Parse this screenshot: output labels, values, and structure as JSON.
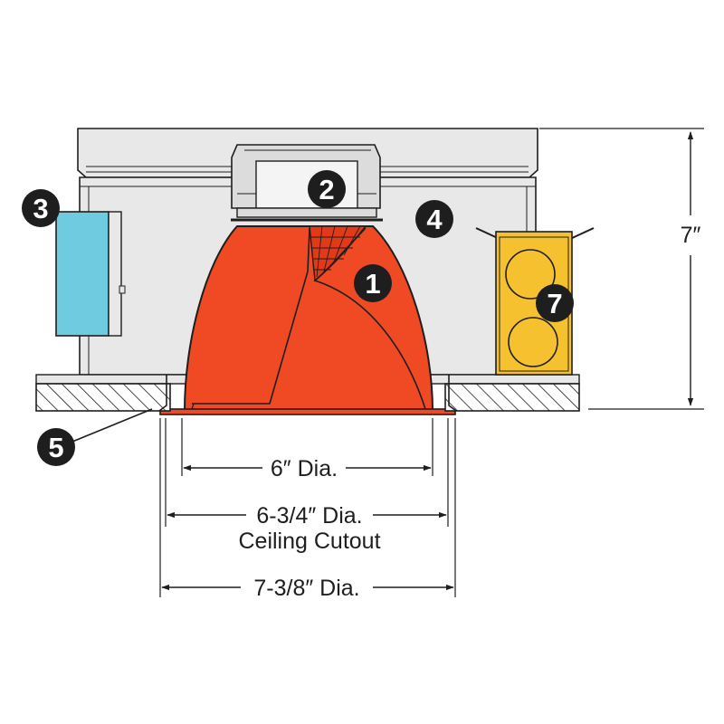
{
  "callouts": [
    {
      "id": "reflector",
      "label": "1"
    },
    {
      "id": "lamp-socket-housing",
      "label": "2"
    },
    {
      "id": "ballast-box",
      "label": "3"
    },
    {
      "id": "housing",
      "label": "4"
    },
    {
      "id": "ceiling-clip",
      "label": "5"
    },
    {
      "id": "junction-box",
      "label": "7"
    }
  ],
  "dimensions": {
    "height": "7″",
    "aperture": "6″ Dia.",
    "cutout": "6-3/4″ Dia.",
    "cutout_note": "Ceiling Cutout",
    "flange": "7-3/8″ Dia."
  },
  "colors": {
    "reflector": "#ef4a24",
    "housing": "#e8e8e8",
    "ballast": "#6fcbe0",
    "junction_box": "#f6c12e",
    "badge": "#1e1e1e"
  }
}
